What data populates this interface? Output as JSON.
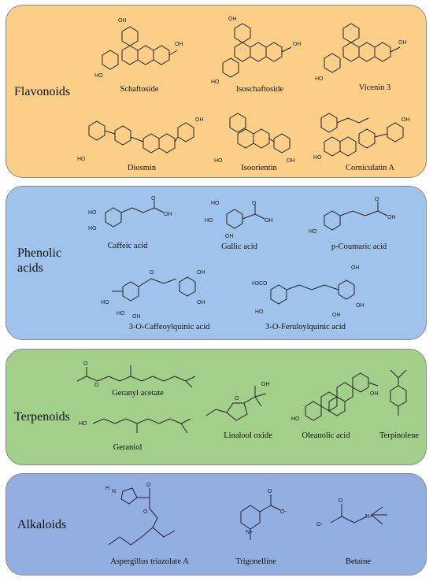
{
  "groups": [
    {
      "title": "Flavonoids",
      "compounds": [
        "Schaftoside",
        "Isoschaftoside",
        "Vicenin 3",
        "Diosmin",
        "Isoorientin",
        "Corniculatin A"
      ]
    },
    {
      "title": "Phenolic\nacids",
      "compounds": [
        "Caffeic acid",
        "Gallic acid",
        "p-Coumaric acid",
        "3-O-Caffeoylquinic acid",
        "3-O-Feruloylquinic acid"
      ]
    },
    {
      "title": "Terpenoids",
      "compounds": [
        "Geranyl acetate",
        "Geraniol",
        "Linalool oxide",
        "Oleanolic acid",
        "Terpinolene"
      ]
    },
    {
      "title": "Alkaloids",
      "compounds": [
        "Aspergillus triazolate A",
        "Trigonelline",
        "Betaine"
      ]
    }
  ],
  "atoms": {
    "oh": "OH",
    "ho": "HO",
    "o": "O",
    "h3co": "H3CO",
    "hn": "H",
    "n": "N",
    "nplus": "N+",
    "ominus": "O-"
  },
  "colors": {
    "flavonoids": "#fbcf88",
    "phenolic": "#9fc3ea",
    "terpenoids": "#a2d08a",
    "alkaloids": "#93aee0"
  }
}
